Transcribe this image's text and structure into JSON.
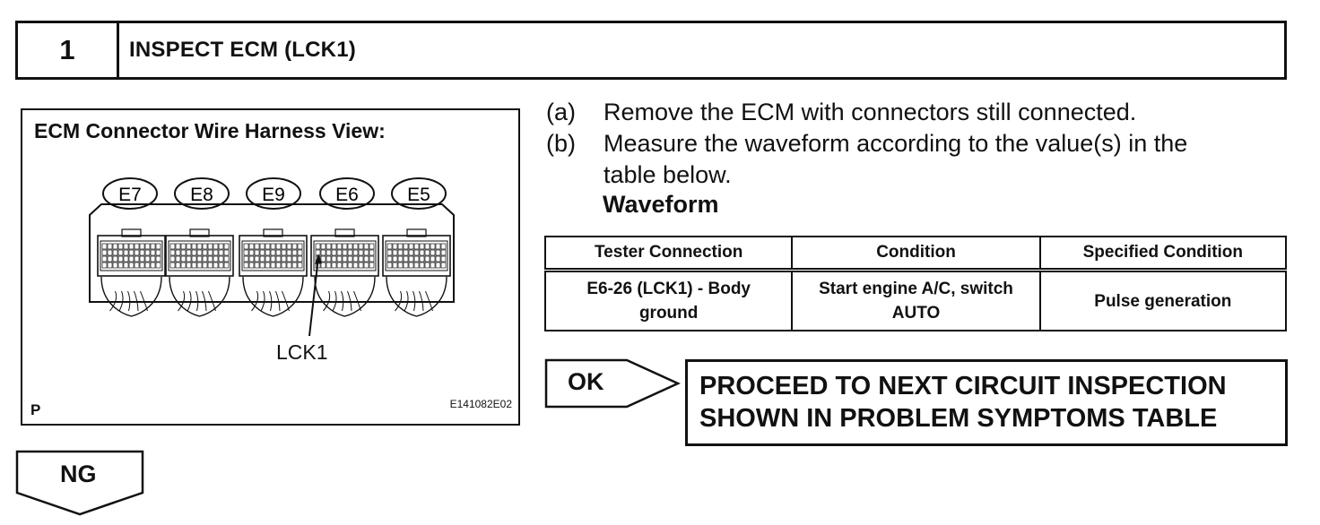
{
  "step": {
    "number": "1",
    "title": "INSPECT ECM (LCK1)"
  },
  "illustration": {
    "title": "ECM Connector Wire Harness View:",
    "connectors": [
      "E7",
      "E8",
      "E9",
      "E6",
      "E5"
    ],
    "pointer_label": "LCK1",
    "corner_label": "P",
    "figure_code": "E141082E02"
  },
  "instructions": [
    {
      "letter": "(a)",
      "lines": [
        "Remove the ECM with connectors still connected."
      ]
    },
    {
      "letter": "(b)",
      "lines": [
        "Measure the waveform according to the value(s) in the",
        "table below."
      ]
    }
  ],
  "waveform_heading": "Waveform",
  "table": {
    "headers": [
      "Tester Connection",
      "Condition",
      "Specified Condition"
    ],
    "rows": [
      {
        "tester_connection": [
          "E6-26 (LCK1) - Body",
          "ground"
        ],
        "condition": [
          "Start engine A/C, switch",
          "AUTO"
        ],
        "specified_condition": "Pulse generation"
      }
    ]
  },
  "ok_label": "OK",
  "ok_result": [
    "PROCEED TO NEXT CIRCUIT INSPECTION",
    "SHOWN IN PROBLEM SYMPTOMS TABLE"
  ],
  "ng_label": "NG"
}
